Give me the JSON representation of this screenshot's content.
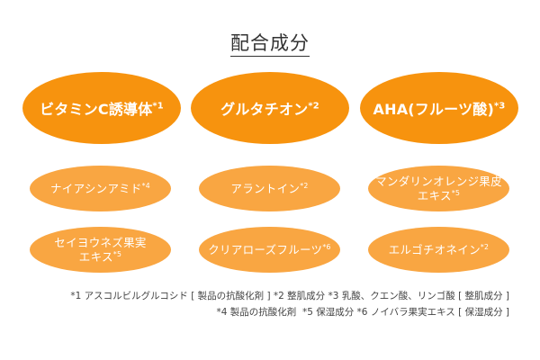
{
  "title": "配合成分",
  "colors": {
    "primary_orange": "#f7930e",
    "secondary_orange": "#f9a642",
    "text": "#333333",
    "background": "#ffffff"
  },
  "primary_ingredients": [
    {
      "name": "ビタミンC誘導体",
      "note": "*1"
    },
    {
      "name": "グルタチオン",
      "note": "*2"
    },
    {
      "name": "AHA(フルーツ酸)",
      "note": "*3"
    }
  ],
  "secondary_ingredients": [
    {
      "name_line1": "ナイアシンアミド",
      "name_line2": "",
      "note": "*4"
    },
    {
      "name_line1": "アラントイン",
      "name_line2": "",
      "note": "*2"
    },
    {
      "name_line1": "マンダリンオレンジ果皮",
      "name_line2": "エキス",
      "note": "*5"
    },
    {
      "name_line1": "セイヨウネズ果実",
      "name_line2": "エキス",
      "note": "*5"
    },
    {
      "name_line1": "クリアローズフルーツ",
      "name_line2": "",
      "note": "*6"
    },
    {
      "name_line1": "エルゴチオネイン",
      "name_line2": "",
      "note": "*2"
    }
  ],
  "footnotes": {
    "line1": "*1 アスコルビルグルコシド [ 製品の抗酸化剤 ] *2 整肌成分 *3 乳酸、クエン酸、リンゴ酸 [ 整肌成分 ]",
    "line2": "*4 製品の抗酸化剤  *5 保湿成分 *6 ノイバラ果実エキス [ 保湿成分 ]"
  }
}
